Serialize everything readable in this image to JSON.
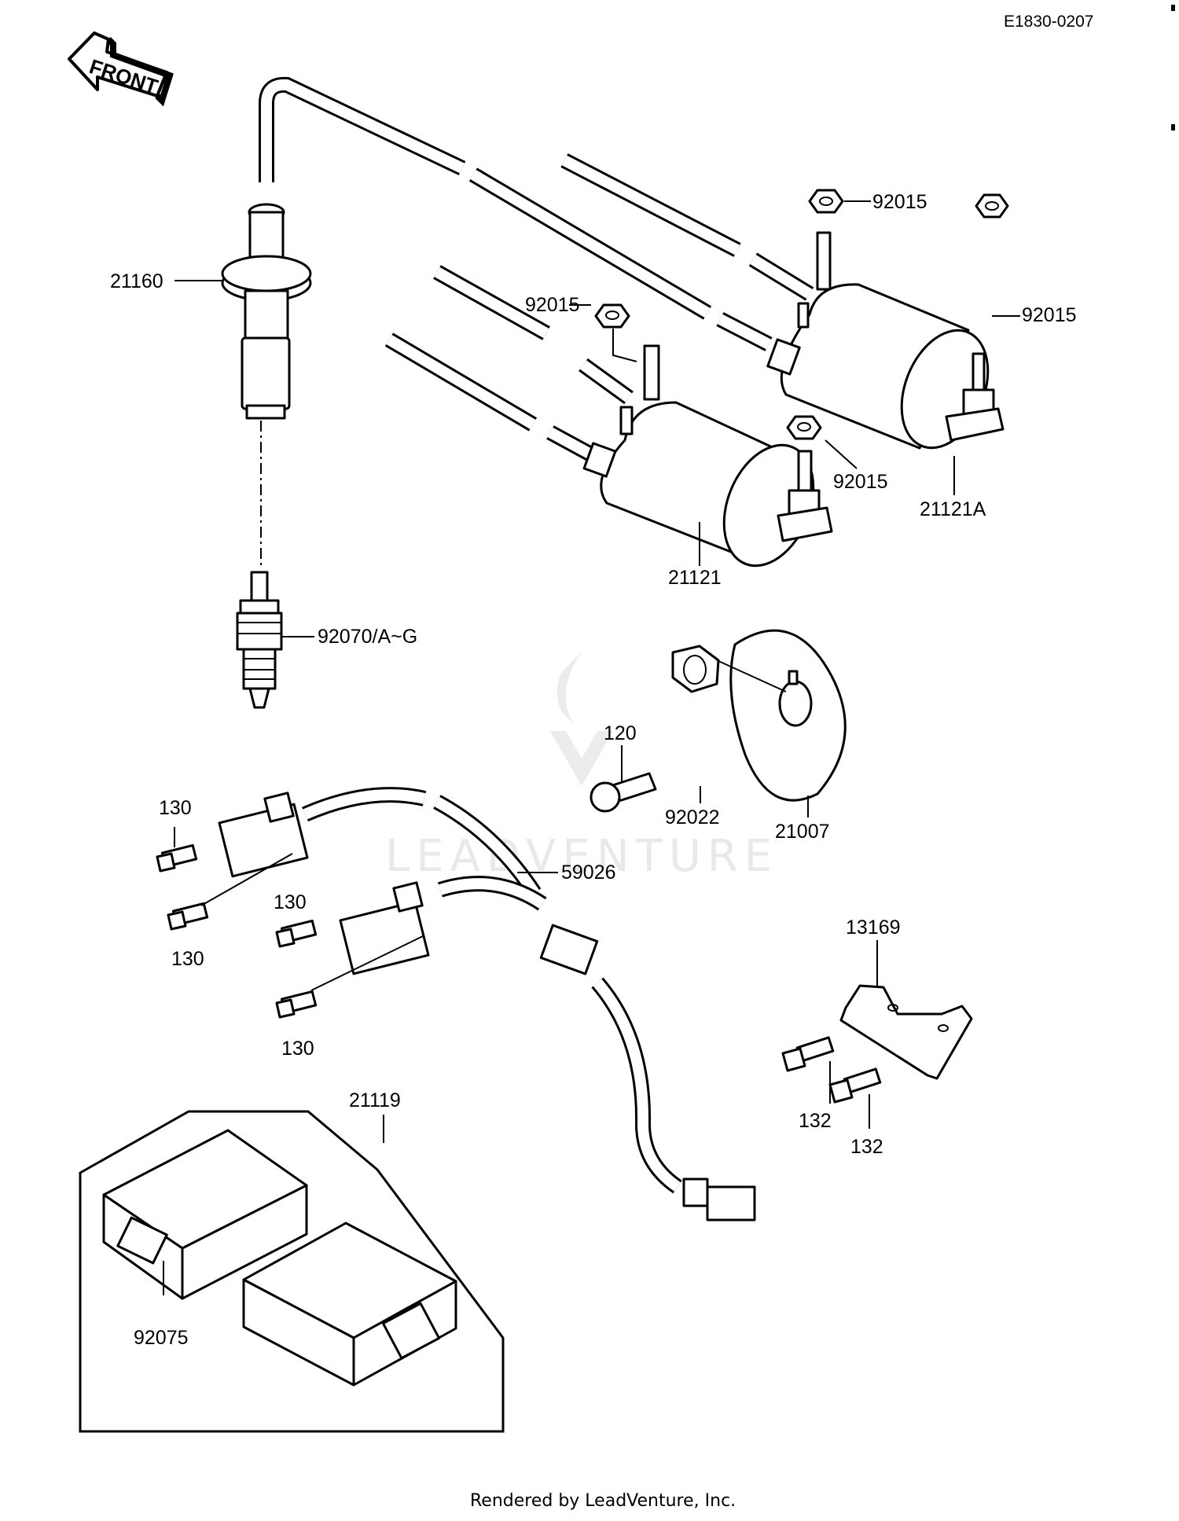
{
  "header": {
    "code": "E1830-0207"
  },
  "orientation": {
    "front_label": "FRONT"
  },
  "watermark": {
    "text": "LEADVENTURE"
  },
  "parts": [
    {
      "id": "21160"
    },
    {
      "id": "92015"
    },
    {
      "id": "92015"
    },
    {
      "id": "92015"
    },
    {
      "id": "92015"
    },
    {
      "id": "21121"
    },
    {
      "id": "21121A"
    },
    {
      "id": "92070/A~G"
    },
    {
      "id": "120"
    },
    {
      "id": "92022"
    },
    {
      "id": "21007"
    },
    {
      "id": "130"
    },
    {
      "id": "130"
    },
    {
      "id": "130"
    },
    {
      "id": "130"
    },
    {
      "id": "59026"
    },
    {
      "id": "13169"
    },
    {
      "id": "132"
    },
    {
      "id": "132"
    },
    {
      "id": "21119"
    },
    {
      "id": "92075"
    }
  ],
  "footer": {
    "text": "Rendered by LeadVenture, Inc."
  }
}
